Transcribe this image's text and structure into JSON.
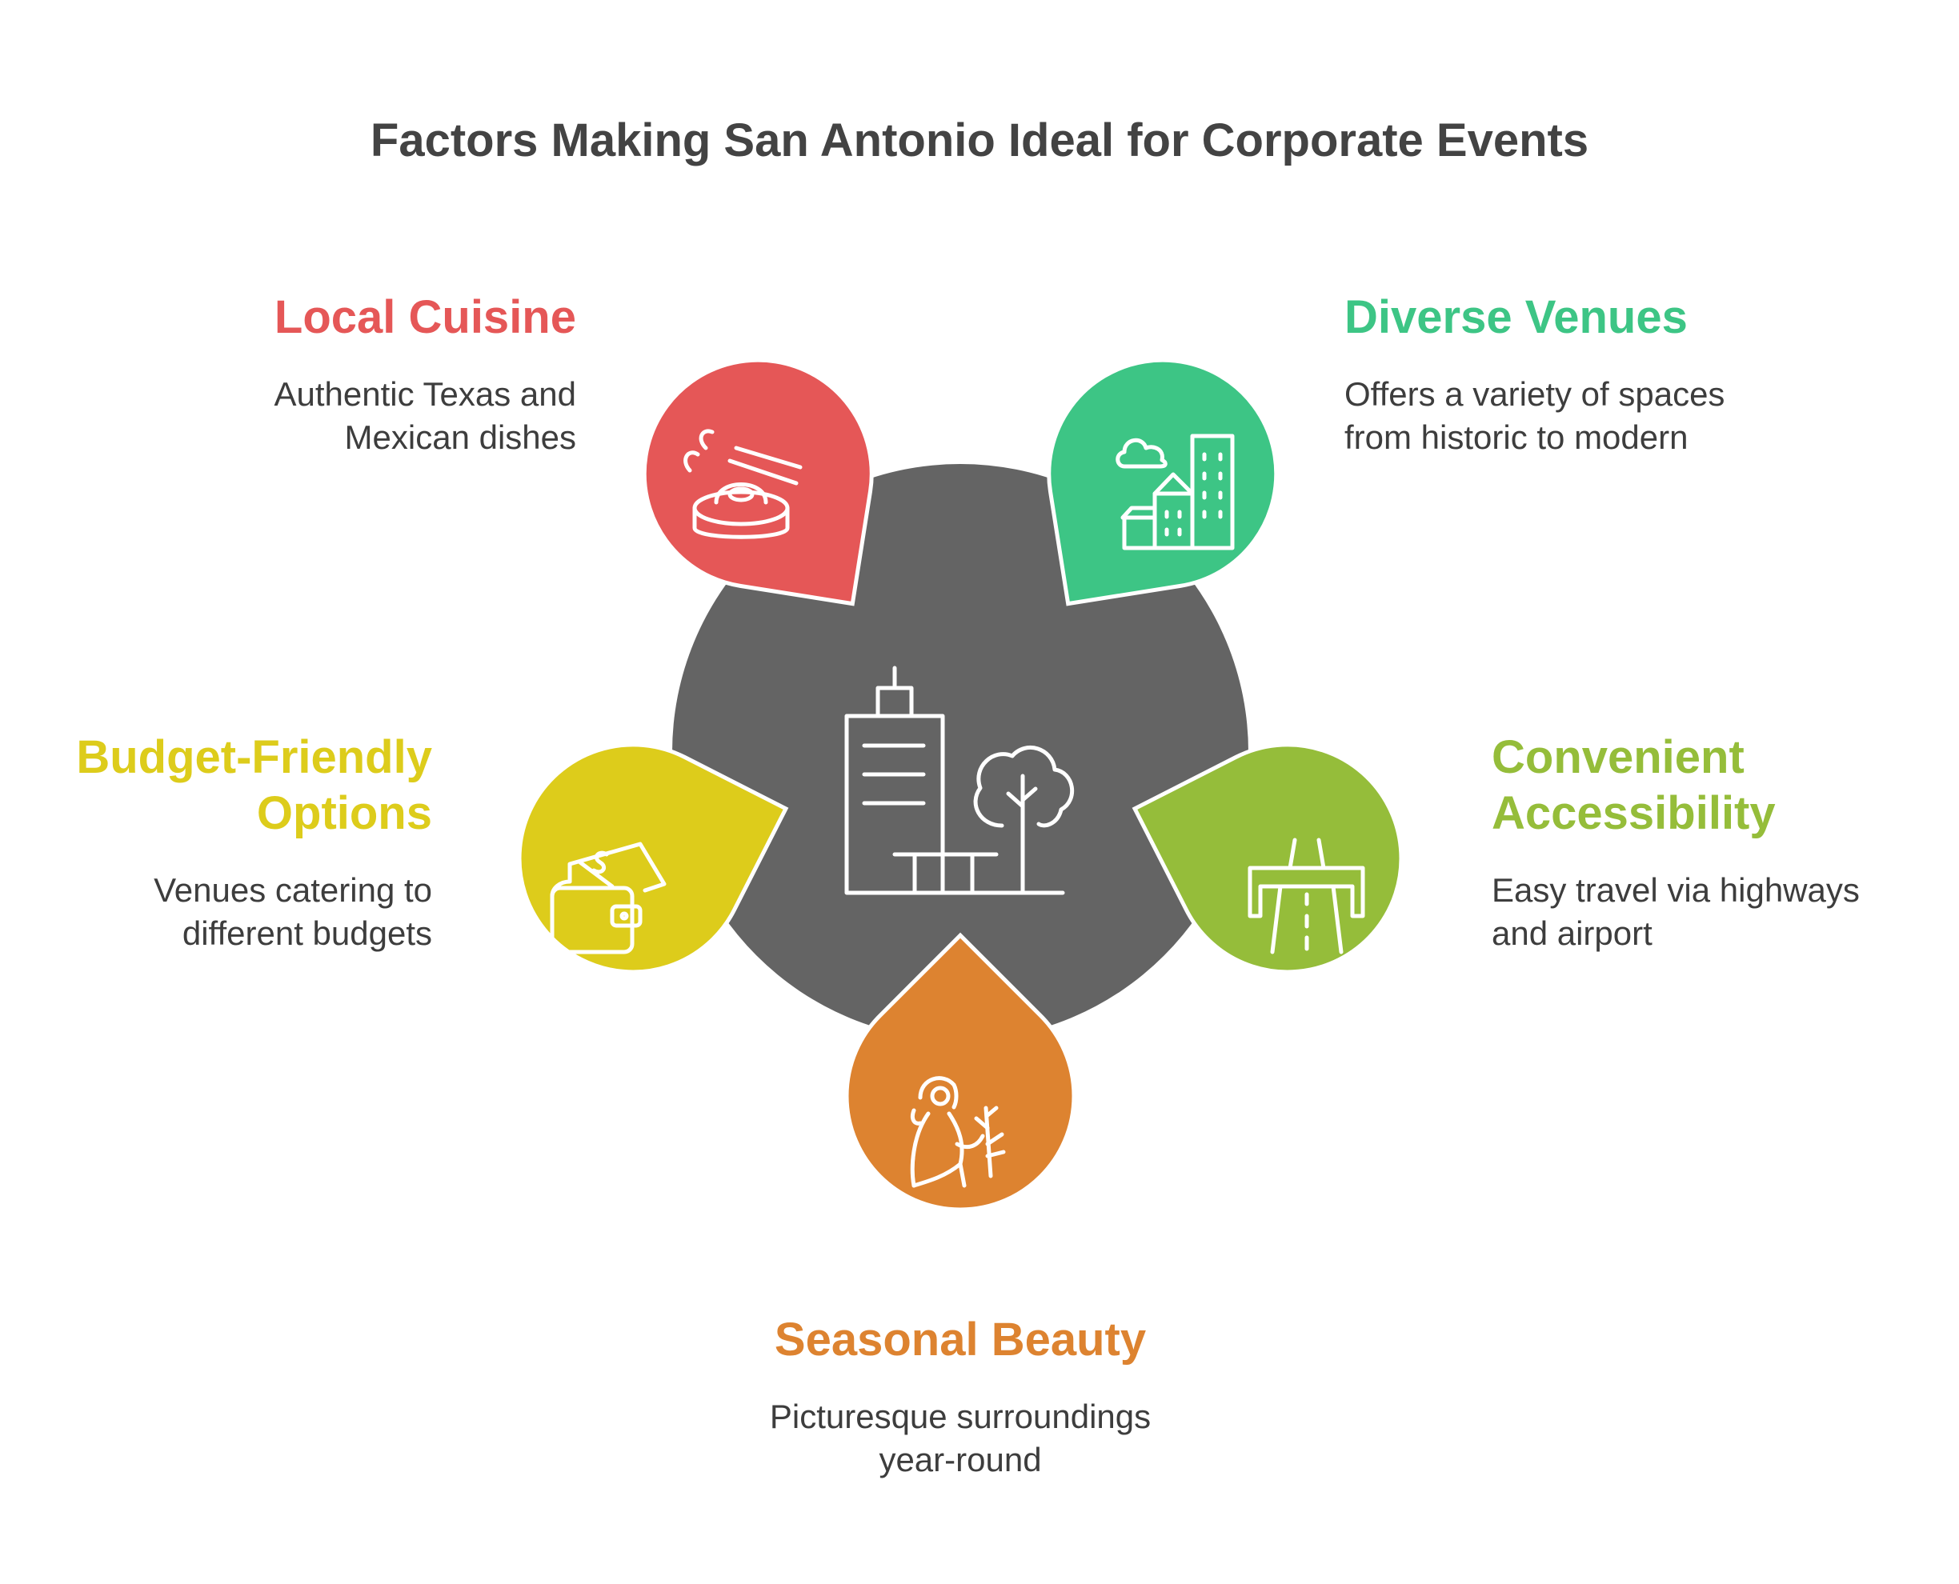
{
  "title": "Factors Making San Antonio Ideal for Corporate Events",
  "factors": [
    {
      "heading": "Local Cuisine",
      "description": "Authentic Texas and Mexican dishes",
      "color": "#E55757",
      "icon": "food-bowl-icon"
    },
    {
      "heading": "Diverse Venues",
      "description": "Offers a variety of spaces from historic to modern",
      "color": "#3DC585",
      "icon": "city-buildings-icon"
    },
    {
      "heading": "Convenient Accessibility",
      "description": "Easy travel via highways and airport",
      "color": "#95BD3A",
      "icon": "highway-icon"
    },
    {
      "heading": "Seasonal Beauty",
      "description": "Picturesque surroundings year-round",
      "color": "#DD8330",
      "icon": "person-with-plant-icon"
    },
    {
      "heading": "Budget-Friendly Options",
      "description": "Venues catering to different budgets",
      "color": "#DDCC1B",
      "icon": "wallet-icon"
    }
  ],
  "center": {
    "color": "#646464",
    "icon": "office-building-tree-icon"
  }
}
